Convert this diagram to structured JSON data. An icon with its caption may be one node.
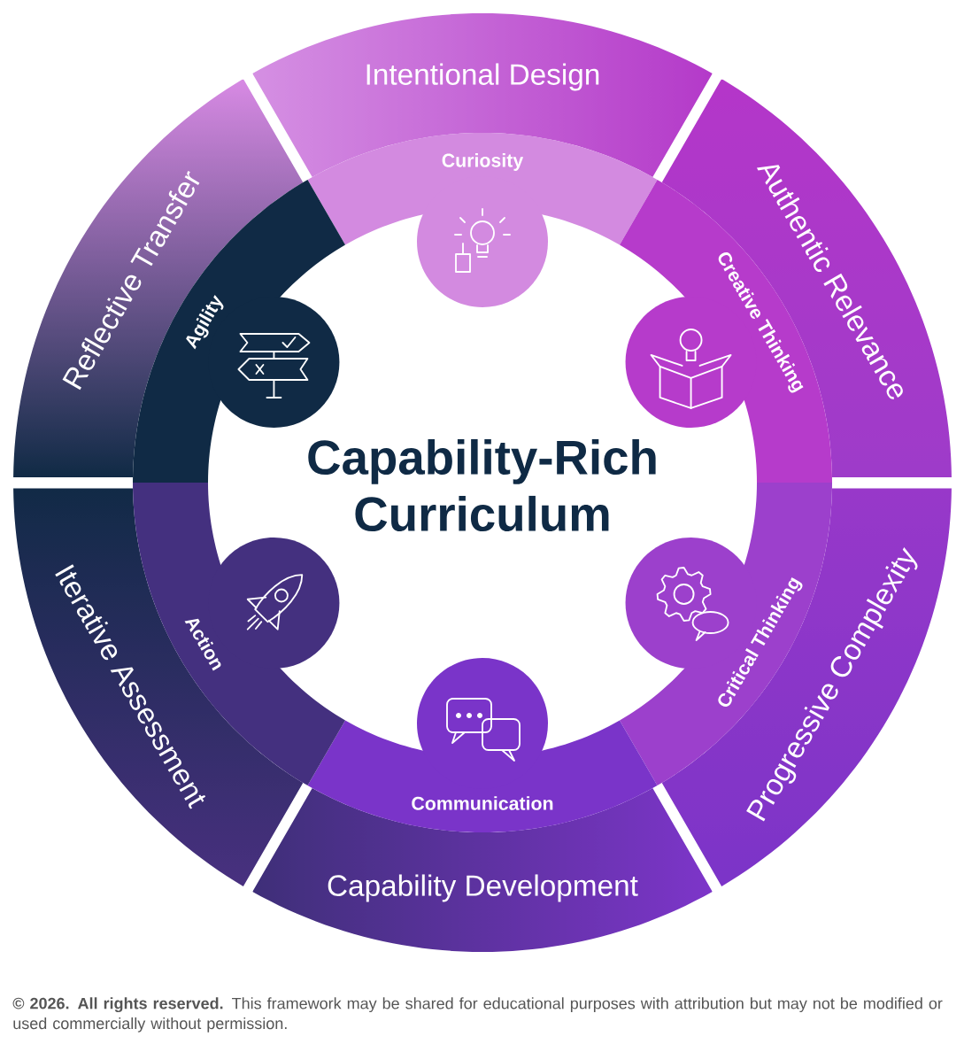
{
  "diagram": {
    "caption": "**© 2026. All rights reserved.** This framework may be shared for educational purposes with attribution but may not be modified or used commercially without permission.",
    "nodes": [
      {
        "text": [
          "Intentional Design"
        ]
      },
      {
        "text": [
          "Authentic Relevance"
        ]
      },
      {
        "text": [
          "Progressive Complexity"
        ]
      },
      {
        "text": [
          "Capability Development"
        ]
      },
      {
        "text": [
          "Iterative Assessment"
        ]
      },
      {
        "text": [
          "Reflective Transfer"
        ]
      },
      {
        "text": [
          "Curiosity"
        ]
      },
      {
        "text": [
          "Creative Thinking"
        ]
      },
      {
        "text": [
          "Critical Thinking"
        ]
      },
      {
        "text": [
          "Communication"
        ]
      },
      {
        "text": [
          "Action"
        ]
      },
      {
        "text": [
          "Agility"
        ]
      },
      {
        "text": [
          "Capability-Rich Curriculum"
        ]
      }
    ]
  }
}
